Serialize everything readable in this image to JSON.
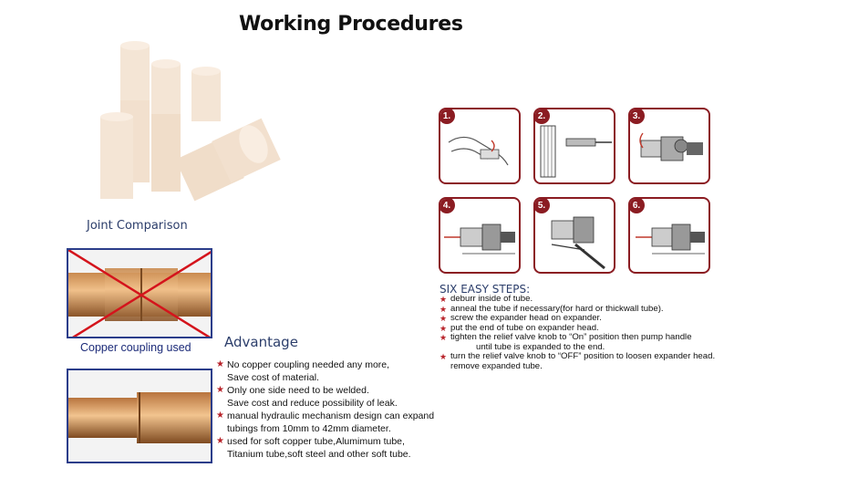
{
  "title": "Working Procedures",
  "joint_label": "Joint Comparison",
  "coupling_label": "Copper coupling used",
  "advantage": {
    "title": "Advantage",
    "items": [
      {
        "line1": "No copper coupling needed any more,",
        "line2": "Save cost of material."
      },
      {
        "line1": "Only one side need to be welded.",
        "line2": "Save cost and reduce possibility of leak."
      },
      {
        "line1": "manual hydraulic mechanism design can expand",
        "line2": "tubings from 10mm to 42mm diameter."
      },
      {
        "line1": "used for soft copper tube,Alumimum tube,",
        "line2": "Titanium tube,soft steel and other soft tube."
      }
    ]
  },
  "steps": {
    "numbers": [
      "1.",
      "2.",
      "3.",
      "4.",
      "5.",
      "6."
    ],
    "title": "SIX EASY STEPS:",
    "items": [
      {
        "line1": "deburr inside of tube.",
        "line2": ""
      },
      {
        "line1": "anneal the tube if necessary(for hard or thickwall tube).",
        "line2": ""
      },
      {
        "line1": "screw the expander head on expander.",
        "line2": ""
      },
      {
        "line1": "put the end of tube on expander head.",
        "line2": ""
      },
      {
        "line1": "tighten the relief valve knob to “On” position then pump handle",
        "line2": "until tube is expanded to the end."
      },
      {
        "line1": "turn the relief valve knob to “OFF” position to loosen expander head.",
        "line2": "remove expanded tube."
      }
    ]
  },
  "colors": {
    "step_border": "#8b1c22",
    "photo_border": "#2b3d8a",
    "star": "#b8232a",
    "label_blue": "#2c3e6b"
  }
}
